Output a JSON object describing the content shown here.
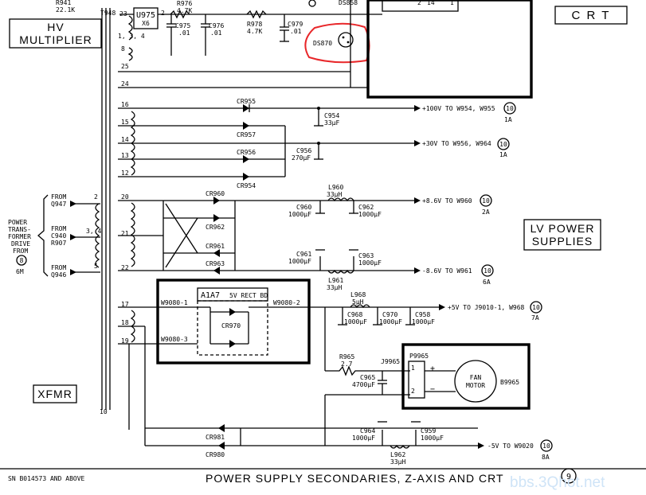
{
  "labels": {
    "r941": "R941",
    "r941_val": "22.1K",
    "t948": "T948",
    "u975": "U975",
    "u975_sub": "X6",
    "r976": "R976",
    "r976_val": "4.7K",
    "c975": "C975",
    "c975_val": ".01",
    "c976": "C976",
    "c976_val": ".01",
    "r978": "R978",
    "r978_val": "4.7K",
    "c979": "C979",
    "c979_val": ".01",
    "ds870": "DS870",
    "ds858": "DS858",
    "hv_mult_1": "HV",
    "hv_mult_2": "MULTIPLIER",
    "crt": "C R T",
    "lv_power_1": "LV POWER",
    "lv_power_2": "SUPPLIES",
    "xfmr": "XFMR",
    "from_q947_1": "FROM",
    "from_q947_2": "Q947",
    "from_c940_1": "FROM",
    "from_c940_2": "C940",
    "from_c940_3": "R907",
    "from_q946_1": "FROM",
    "from_q946_2": "Q946",
    "ptd_1": "POWER",
    "ptd_2": "TRANS-",
    "ptd_3": "FORMER",
    "ptd_4": "DRIVE",
    "ptd_5": "FROM",
    "ptd_ref": "6M",
    "ptd_num": "8",
    "cr955": "CR955",
    "cr957": "CR957",
    "cr956": "CR956",
    "cr954": "CR954",
    "c954": "C954",
    "c954_val": "33µF",
    "c956": "C956",
    "c956_val": "270µF",
    "cr960": "CR960",
    "cr962": "CR962",
    "cr961": "CR961",
    "cr963": "CR963",
    "l960": "L960",
    "l960_val": "33µH",
    "c960": "C960",
    "c960_val": "1000µF",
    "c962": "C962",
    "c962_val": "1000µF",
    "c961": "C961",
    "c961_val": "1000µF",
    "c963": "C963",
    "c963_val": "1000µF",
    "l961": "L961",
    "l961_val": "33µH",
    "a1a7": "A1A7",
    "a1a7_sub": "5V RECT BD",
    "cr970": "CR970",
    "w9080_1": "W9080-1",
    "w9080_2": "W9080-2",
    "w9080_3": "W9080-3",
    "l968": "L968",
    "l968_val": "5µH",
    "c968": "C968",
    "c968_val": "1000µF",
    "c970": "C970",
    "c970_val": "1000µF",
    "c958": "C958",
    "c958_val": "1000µF",
    "r965": "R965",
    "r965_val": "2.7",
    "j9965": "J9965",
    "p9965": "P9965",
    "c965": "C965",
    "c965_val": "4700µF",
    "fan_1": "FAN",
    "fan_2": "MOTOR",
    "b9965": "B9965",
    "c964": "C964",
    "c964_val": "1000µF",
    "c959": "C959",
    "c959_val": "1000µF",
    "l962": "L962",
    "l962_val": "33µH",
    "cr981": "CR981",
    "cr980": "CR980",
    "plus100": "+100V TO W954, W955",
    "plus100_num": "10",
    "plus100_ref": "1A",
    "plus30": "+30V TO W956, W964",
    "plus30_num": "10",
    "plus30_ref": "1A",
    "plus86": "+8.6V TO W960",
    "plus86_num": "10",
    "plus86_ref": "2A",
    "minus86": "-8.6V TO W961",
    "minus86_num": "10",
    "minus86_ref": "6A",
    "plus5": "+5V TO J9010-1, W968",
    "plus5_num": "10",
    "plus5_ref": "7A",
    "minus5": "-5V TO W9020",
    "minus5_num": "10",
    "minus5_ref": "8A",
    "sn": "SN B014573 AND ABOVE",
    "caption": "POWER SUPPLY SECONDARIES, Z-AXIS AND CRT",
    "caption_num": "9",
    "watermark": "bbs.3Qhot.net",
    "tap": [
      "23",
      "3",
      "4",
      "1",
      "8",
      "25",
      "24",
      "15",
      "16",
      "14",
      "13",
      "12",
      "20",
      "21",
      "22",
      "17",
      "18",
      "19",
      "2",
      "3, 4",
      "5",
      "10"
    ],
    "fan_plus": "+",
    "fan_minus": "−",
    "fan_p1": "1",
    "fan_p2": "2",
    "u_pin1": "1, 3, 4",
    "u_pin2": "2",
    "crt_pin14": "14",
    "crt_pin1": "1",
    "crt_pin2": "2"
  },
  "colors": {
    "highlight": "#e8272a",
    "ink": "#000000",
    "watermark": "#cfe4f7"
  }
}
